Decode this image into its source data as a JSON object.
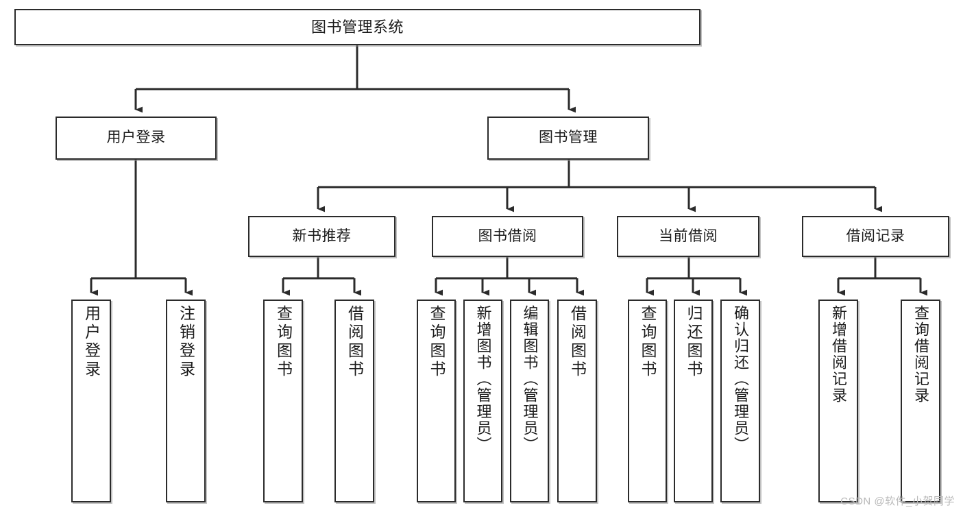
{
  "diagram": {
    "type": "tree",
    "title": "图书管理系统",
    "orientation": "top-down",
    "colors": {
      "box_border": "#2b2b2b",
      "box_fill": "#ffffff",
      "connector": "#2b2b2b",
      "text": "#1b1b1b",
      "watermark": "#b9b9b9"
    }
  },
  "root": {
    "label": "图书管理系统"
  },
  "level2": [
    {
      "label": "用户登录"
    },
    {
      "label": "图书管理"
    }
  ],
  "level3": [
    {
      "label": "新书推荐"
    },
    {
      "label": "图书借阅"
    },
    {
      "label": "当前借阅"
    },
    {
      "label": "借阅记录"
    }
  ],
  "leaves": {
    "user_login": [
      {
        "label": "用户登录"
      },
      {
        "label": "注销登录"
      }
    ],
    "new_book_recommend": [
      {
        "label": "查询图书"
      },
      {
        "label": "借阅图书"
      }
    ],
    "book_borrow": [
      {
        "label": "查询图书"
      },
      {
        "label": "新增图书（管理员）"
      },
      {
        "label": "编辑图书（管理员）"
      },
      {
        "label": "借阅图书"
      }
    ],
    "current_borrow": [
      {
        "label": "查询图书"
      },
      {
        "label": "归还图书"
      },
      {
        "label": "确认归还（管理员）"
      }
    ],
    "borrow_record": [
      {
        "label": "新增借阅记录"
      },
      {
        "label": "查询借阅记录"
      }
    ]
  },
  "watermark": {
    "text": "CSDN @软件_小贺同学"
  }
}
